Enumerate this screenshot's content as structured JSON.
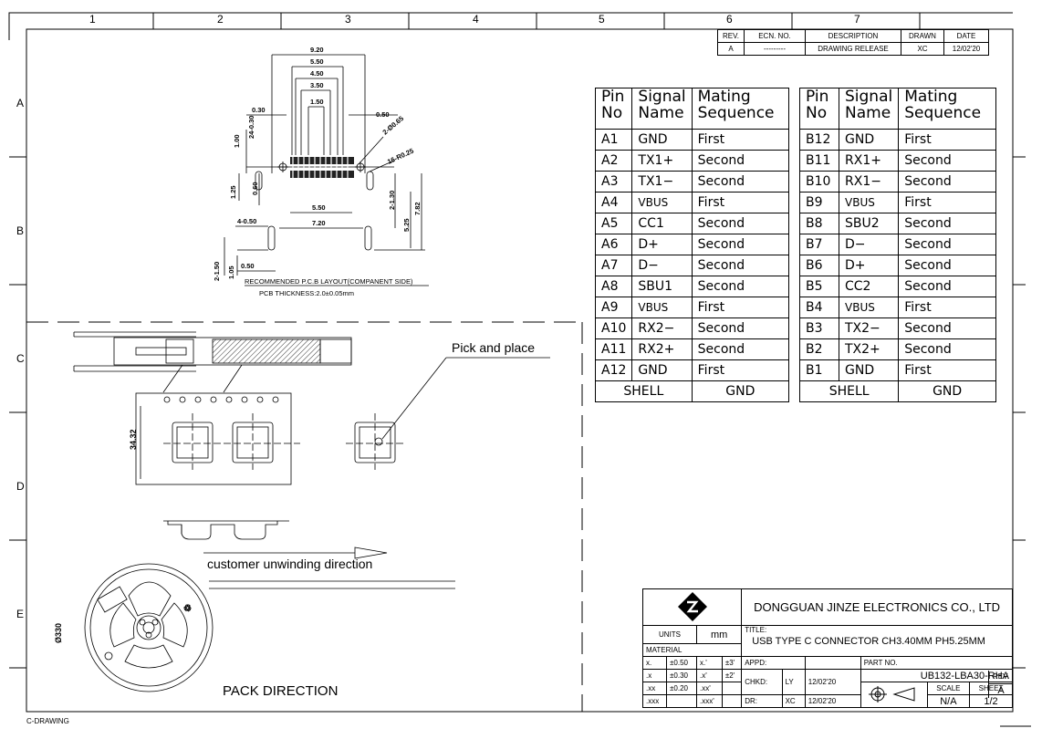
{
  "border_columns": [
    "1",
    "2",
    "3",
    "4",
    "5",
    "6",
    "7"
  ],
  "border_rows": [
    "A",
    "B",
    "C",
    "D",
    "E"
  ],
  "revision_block": {
    "headers": [
      "REV.",
      "ECN. NO.",
      "DESCRIPTION",
      "DRAWN",
      "DATE"
    ],
    "row": [
      "A",
      "---------",
      "DRAWING RELEASE",
      "XC",
      "12/02'20"
    ]
  },
  "pin_table_headers": {
    "pin": [
      "Pin",
      "No"
    ],
    "signal": [
      "Signal",
      "Name"
    ],
    "mating": [
      "Mating",
      "Sequence"
    ]
  },
  "pin_table_a": [
    [
      "A1",
      "GND",
      "First"
    ],
    [
      "A2",
      "TX1+",
      "Second"
    ],
    [
      "A3",
      "TX1−",
      "Second"
    ],
    [
      "A4",
      "VBUS",
      "First"
    ],
    [
      "A5",
      "CC1",
      "Second"
    ],
    [
      "A6",
      "D+",
      "Second"
    ],
    [
      "A7",
      "D−",
      "Second"
    ],
    [
      "A8",
      "SBU1",
      "Second"
    ],
    [
      "A9",
      "VBUS",
      "First"
    ],
    [
      "A10",
      "RX2−",
      "Second"
    ],
    [
      "A11",
      "RX2+",
      "Second"
    ],
    [
      "A12",
      "GND",
      "First"
    ]
  ],
  "pin_table_b": [
    [
      "B12",
      "GND",
      "First"
    ],
    [
      "B11",
      "RX1+",
      "Second"
    ],
    [
      "B10",
      "RX1−",
      "Second"
    ],
    [
      "B9",
      "VBUS",
      "First"
    ],
    [
      "B8",
      "SBU2",
      "Second"
    ],
    [
      "B7",
      "D−",
      "Second"
    ],
    [
      "B6",
      "D+",
      "Second"
    ],
    [
      "B5",
      "CC2",
      "Second"
    ],
    [
      "B4",
      "VBUS",
      "First"
    ],
    [
      "B3",
      "TX2−",
      "Second"
    ],
    [
      "B2",
      "TX2+",
      "Second"
    ],
    [
      "B1",
      "GND",
      "First"
    ]
  ],
  "shell_row": {
    "label": "SHELL",
    "signal": "GND"
  },
  "pcb_layout": {
    "dims": [
      "9.20",
      "5.50",
      "4.50",
      "3.50",
      "1.50",
      "0.30",
      "0.50",
      "2-Ø0.65",
      "1.00",
      "24-0.30",
      "16-R0.25",
      "1.25",
      "0.60",
      "5.50",
      "2-1.30",
      "5.25",
      "7.82",
      "4-0.50",
      "7.20",
      "2-1.50",
      "1.05",
      "0.50"
    ],
    "caption": "RECOMMENDED P.C.B LAYOUT(COMPANENT SIDE)",
    "thickness": "PCB THICKNESS:2.0±0.05mm"
  },
  "tape": {
    "pitch_dim": "34.32",
    "pick_label": "Pick and place",
    "unwind_label": "customer unwinding direction"
  },
  "reel": {
    "diameter": "Ø330",
    "pack_label": "PACK DIRECTION"
  },
  "title_block": {
    "company": "DONGGUAN JINZE ELECTRONICS CO., LTD",
    "units_label": "UNITS",
    "units_value": "mm",
    "material_label": "MATERIAL",
    "title_label": "TITLE:",
    "title": "USB TYPE C CONNECTOR CH3.40MM PH5.25MM",
    "tolerances": [
      [
        "x.",
        "±0.50",
        "x.'",
        "±3'"
      ],
      [
        ".x",
        "±0.30",
        ".x'",
        "±2'"
      ],
      [
        ".xx",
        "±0.20",
        ".xx'",
        ""
      ],
      [
        ".xxx",
        "",
        ".xxx'",
        ""
      ]
    ],
    "appd_label": "APPD:",
    "chkd_label": "CHKD:",
    "chkd_name": "LY",
    "chkd_date": "12/02'20",
    "dr_label": "DR:",
    "dr_name": "XC",
    "dr_date": "12/02'20",
    "part_label": "PART NO.",
    "part_no": "UB132-LBA30-RHA",
    "scale_label": "SCALE",
    "sheet_label": "SHEET",
    "rev_label": "REV.",
    "scale": "N/A",
    "sheet": "1/2",
    "rev": "A"
  },
  "footer": "C-DRAWING"
}
